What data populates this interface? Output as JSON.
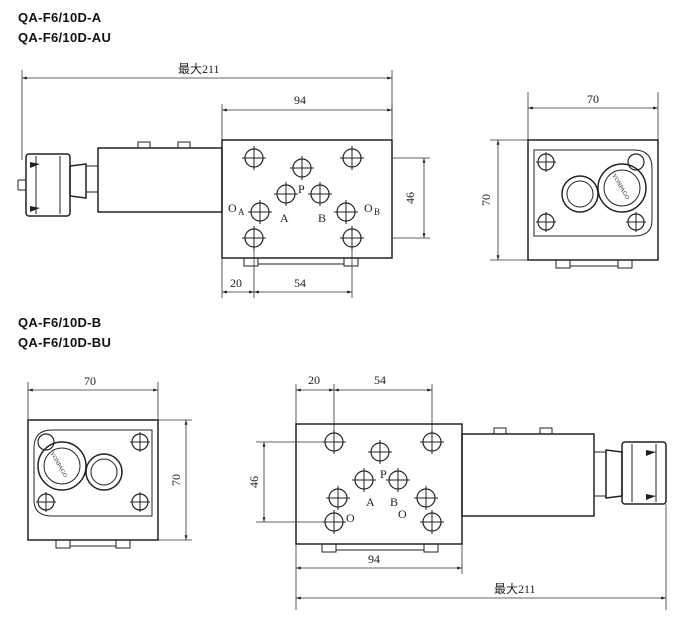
{
  "titles": {
    "top_line1": "QA-F6/10D-A",
    "top_line2": "QA-F6/10D-AU",
    "bottom_line1": "QA-F6/10D-B",
    "bottom_line2": "QA-F6/10D-BU"
  },
  "dimensions": {
    "max_length": "最大211",
    "body_length": "94",
    "end_width": "70",
    "end_height": "70",
    "port_height": "46",
    "offset_left": "20",
    "port_spacing": "54"
  },
  "port_labels": {
    "p": "P",
    "a": "A",
    "b": "B",
    "oa": "O",
    "oa_sub": "A",
    "ob": "O",
    "ob_sub": "B",
    "o": "O"
  },
  "brand_text": "YONPAGO"
}
